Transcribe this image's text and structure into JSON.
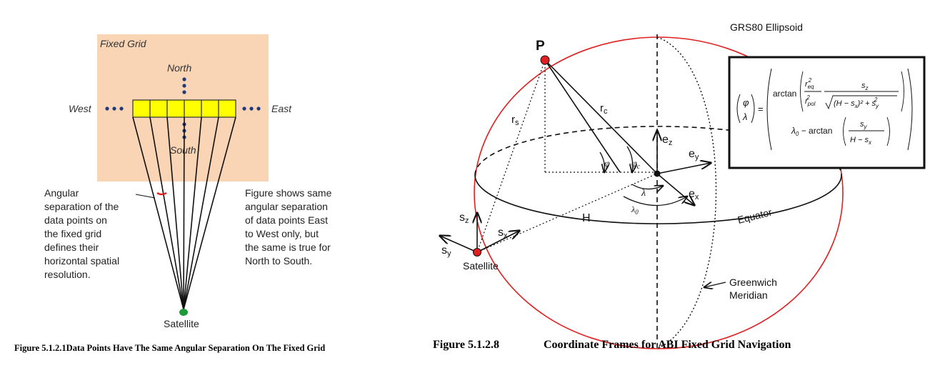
{
  "left_figure": {
    "grid_label": "Fixed Grid",
    "north": "North",
    "south": "South",
    "west": "West",
    "east": "East",
    "angular_note": "Angular\nseparation of the\ndata points on\nthe fixed grid\ndefines their\nhorizontal spatial\nresolution.",
    "same_note": "Figure shows same\nangular separation\nof data points East\nto West only, but\nthe same is true for\nNorth to South.",
    "satellite": "Satellite",
    "caption": "Figure 5.1.2.1Data Points Have The Same Angular Separation On The Fixed Grid",
    "colors": {
      "grid_bg": "#f9d4b5",
      "cell": "#ffff00",
      "dots": "#1f3a7a",
      "satellite": "#1f9a3a",
      "arc": "#e02020"
    }
  },
  "right_figure": {
    "ellipsoid_label": "GRS80 Ellipsoid",
    "point_p": "P",
    "r_c": "r",
    "r_c_sub": "c",
    "r_s": "r",
    "r_s_sub": "s",
    "e_z": "e",
    "e_z_sub": "z",
    "e_y": "e",
    "e_y_sub": "y",
    "e_x": "e",
    "e_x_sub": "x",
    "phi": "φ",
    "phi_c": "φ",
    "phi_c_sub": "c",
    "lambda": "λ",
    "lambda0": "λ",
    "lambda0_sub": "0",
    "h": "H",
    "equator": "Equator",
    "s_z": "s",
    "s_z_sub": "z",
    "s_x": "s",
    "s_x_sub": "x",
    "s_y": "s",
    "s_y_sub": "y",
    "satellite": "Satellite",
    "greenwich": "Greenwich\nMeridian",
    "formula": {
      "lhs_top": "φ",
      "lhs_bottom": "λ",
      "equals": "=",
      "arctan1": "arctan",
      "r_eq": "r",
      "r_eq_sub": "eq",
      "r_pol": "r",
      "r_pol_sub": "pol",
      "sq": "2",
      "s_z": "s",
      "s_z_sub": "z",
      "radicand": "(H − s",
      "radicand_sub": "x",
      "radicand_tail": ")² + s",
      "radicand_sy": "y",
      "radicand_sq": "2",
      "lambda0": "λ",
      "lambda0_sub": "0",
      "minus_arctan": " − arctan",
      "s_y": "s",
      "s_y_sub": "y",
      "h_minus": "H − s",
      "h_minus_sub": "x"
    },
    "caption_number": "Figure 5.1.2.8",
    "caption_title": "Coordinate Frames for ABI Fixed Grid Navigation",
    "colors": {
      "ellipse": "#e02020",
      "point": "#e02020"
    }
  }
}
